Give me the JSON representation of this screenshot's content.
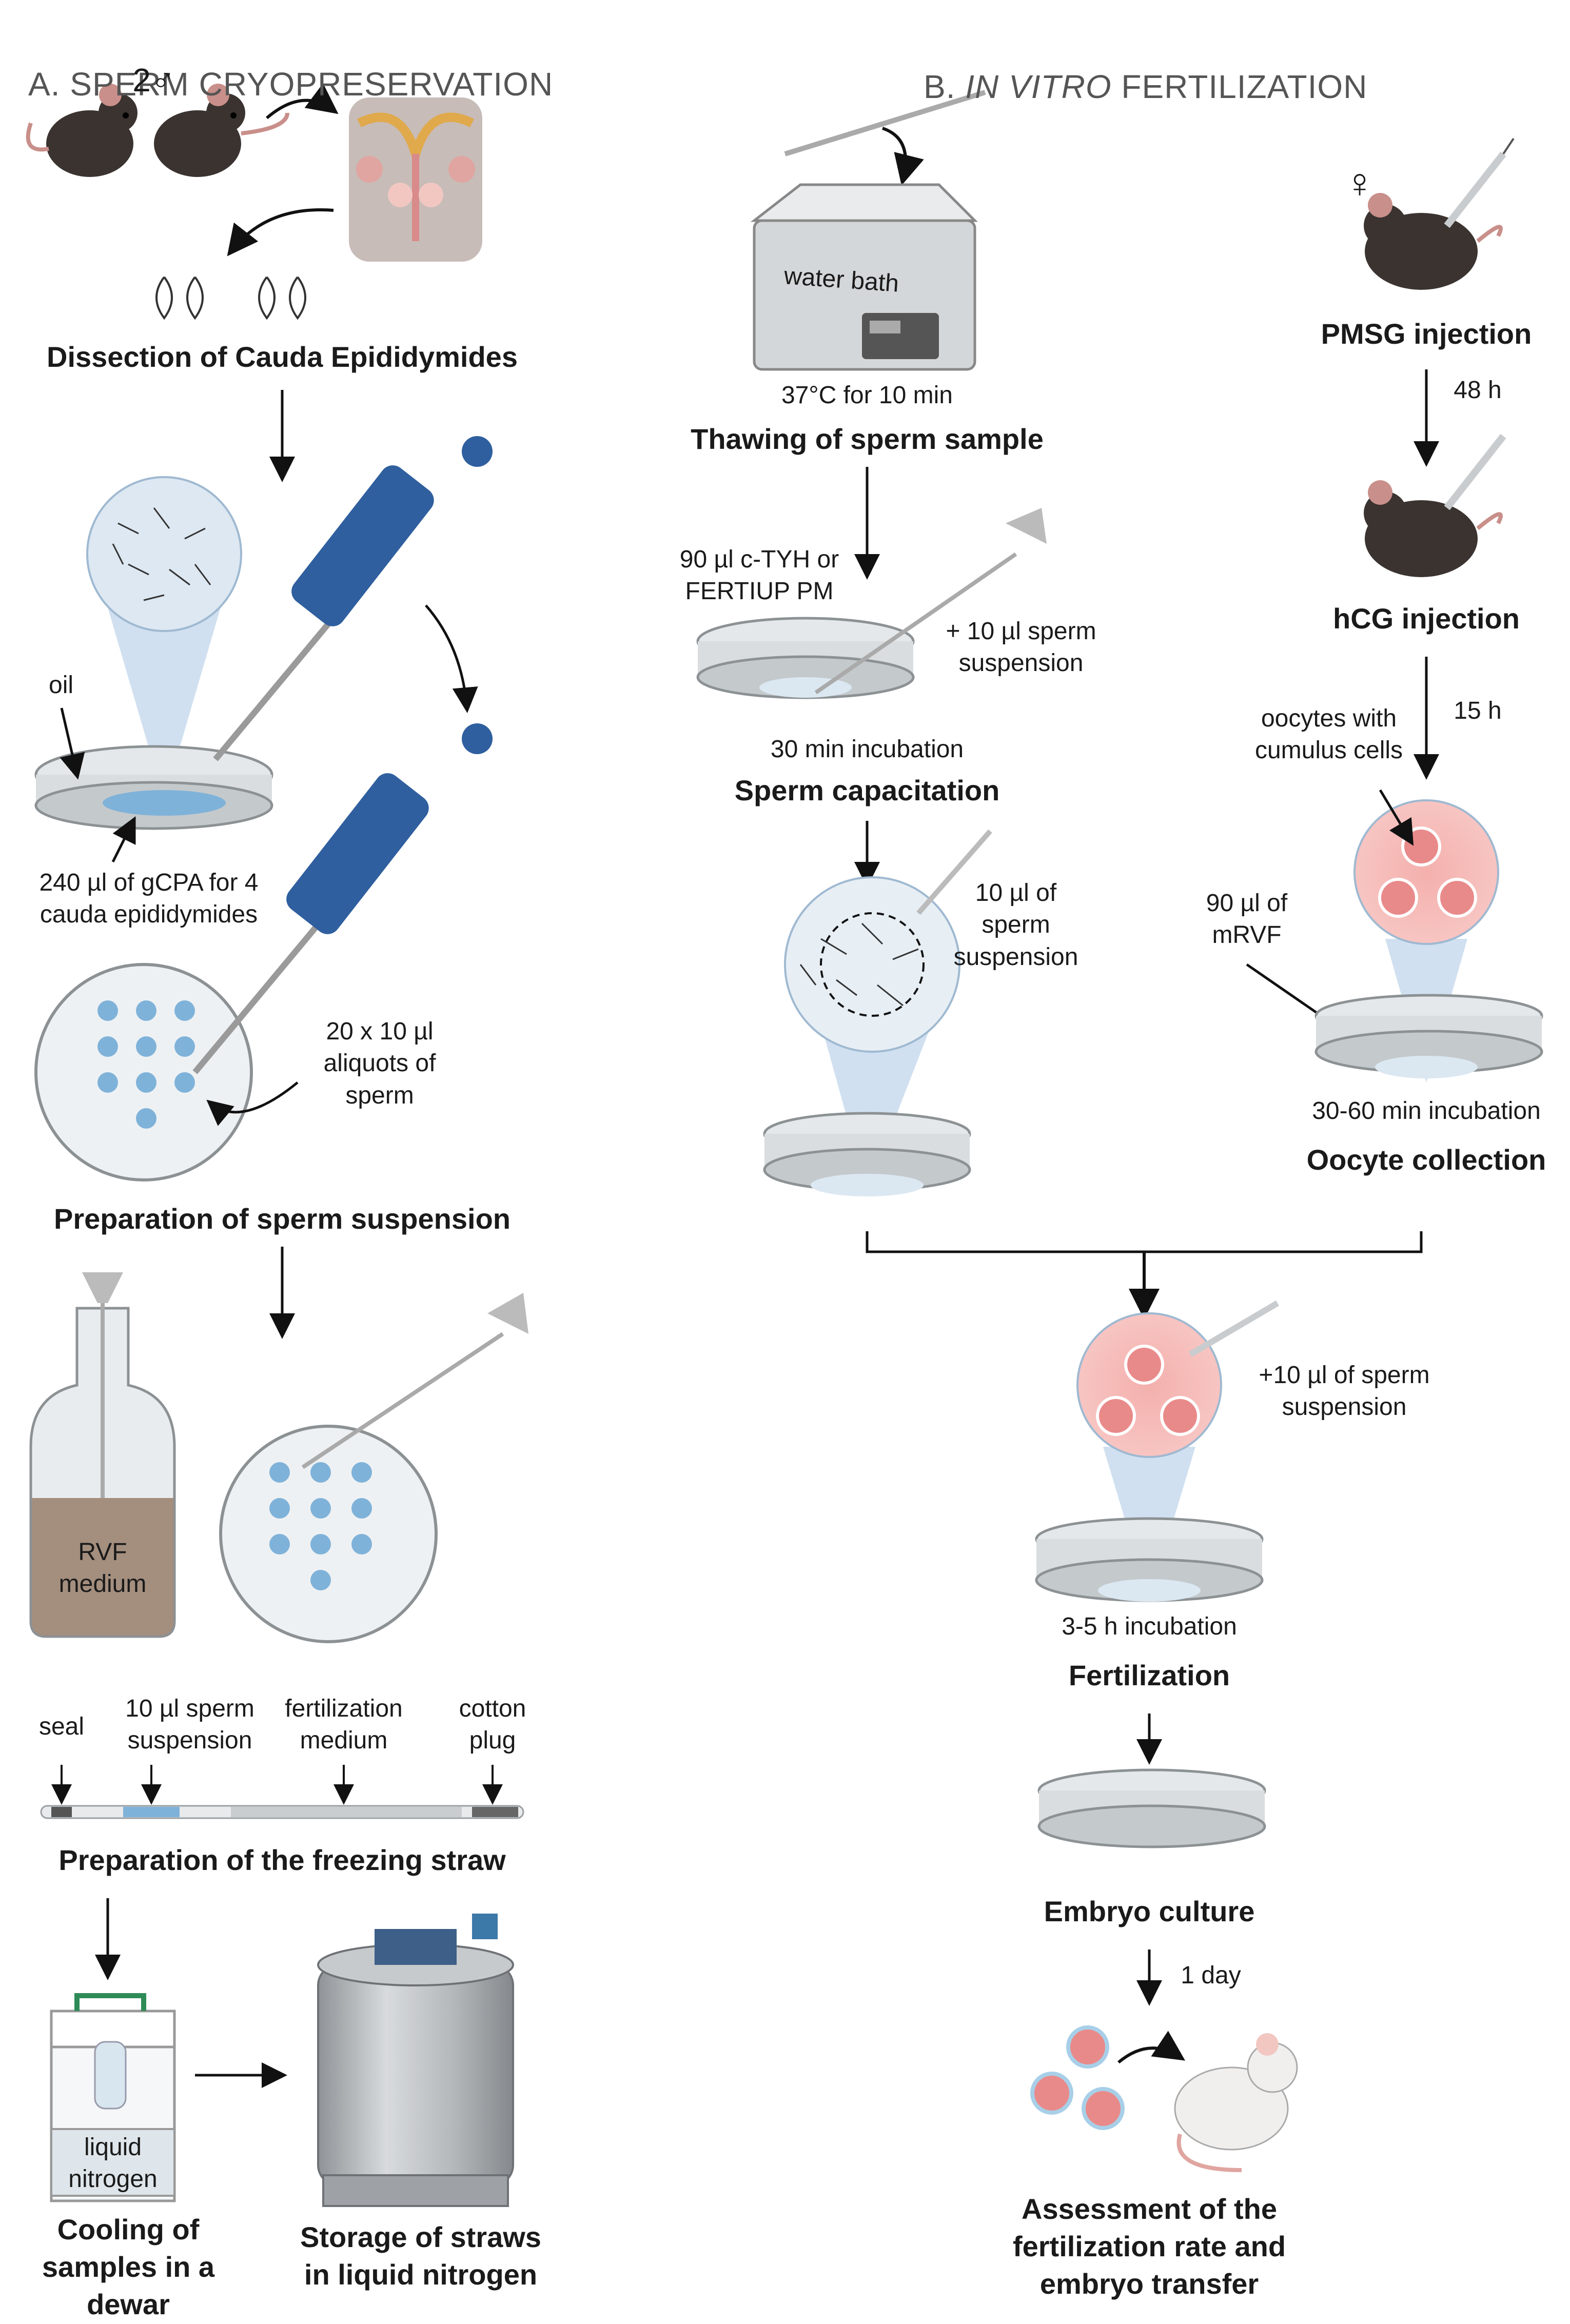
{
  "sections": {
    "a": {
      "letter": "A.",
      "title": "SPERM CRYOPRESERVATION"
    },
    "b": {
      "letter": "B.",
      "title_italic": "IN VITRO",
      "title_rest": "FERTILIZATION"
    }
  },
  "a_labels": {
    "male_count": "2♂",
    "dissection": "Dissection of Cauda Epididymides",
    "oil": "oil",
    "gcpa": "240 µl of gCPA for 4\ncauda epididymides",
    "aliquots": "20 x 10 µl\naliquots of\nsperm",
    "prep_suspension": "Preparation of sperm suspension",
    "rvf": "RVF\nmedium",
    "seal": "seal",
    "sperm_susp": "10 µl sperm\nsuspension",
    "fert_medium": "fertilization\nmedium",
    "cotton": "cotton\nplug",
    "prep_straw": "Preparation of the freezing straw",
    "liquid_n": "liquid\nnitrogen",
    "cooling": "Cooling of\nsamples in a\ndewar",
    "storage": "Storage of straws\nin liquid nitrogen"
  },
  "b_labels": {
    "water_bath": "water bath",
    "thaw_cond": "37°C for 10 min",
    "thawing": "Thawing of sperm sample",
    "ctyh": "90 µl c-TYH or\nFERTIUP PM",
    "plus_sperm": "+ 10 µl sperm\nsuspension",
    "incub30": "30 min incubation",
    "capacitation": "Sperm capacitation",
    "sperm10": "10 µl of\nsperm\nsuspension",
    "female": "♀",
    "pmsg": "PMSG injection",
    "h48": "48 h",
    "hcg": "hCG injection",
    "h15": "15 h",
    "oocytes_cumulus": "oocytes with\ncumulus cells",
    "mrvf": "90 µl of\nmRVF",
    "incub3060": "30-60 min incubation",
    "oocyte_collection": "Oocyte collection",
    "plus10": "+10 µl of sperm\nsuspension",
    "incub35": "3-5 h incubation",
    "fertilization": "Fertilization",
    "embryo_culture": "Embryo culture",
    "day1": "1 day",
    "assessment": "Assessment of the\nfertilization rate and\nembryo transfer"
  },
  "colors": {
    "mouse": "#3a3330",
    "pipette": "#2f5f9e",
    "sperm_drop": "#7fb2d9",
    "dish": "#d9dde0",
    "oocyte": "#e98a8a",
    "zoom_cone": "#a9c7e3",
    "rvf_liquid": "#a48e7e",
    "tank": "#b9bcbf"
  }
}
